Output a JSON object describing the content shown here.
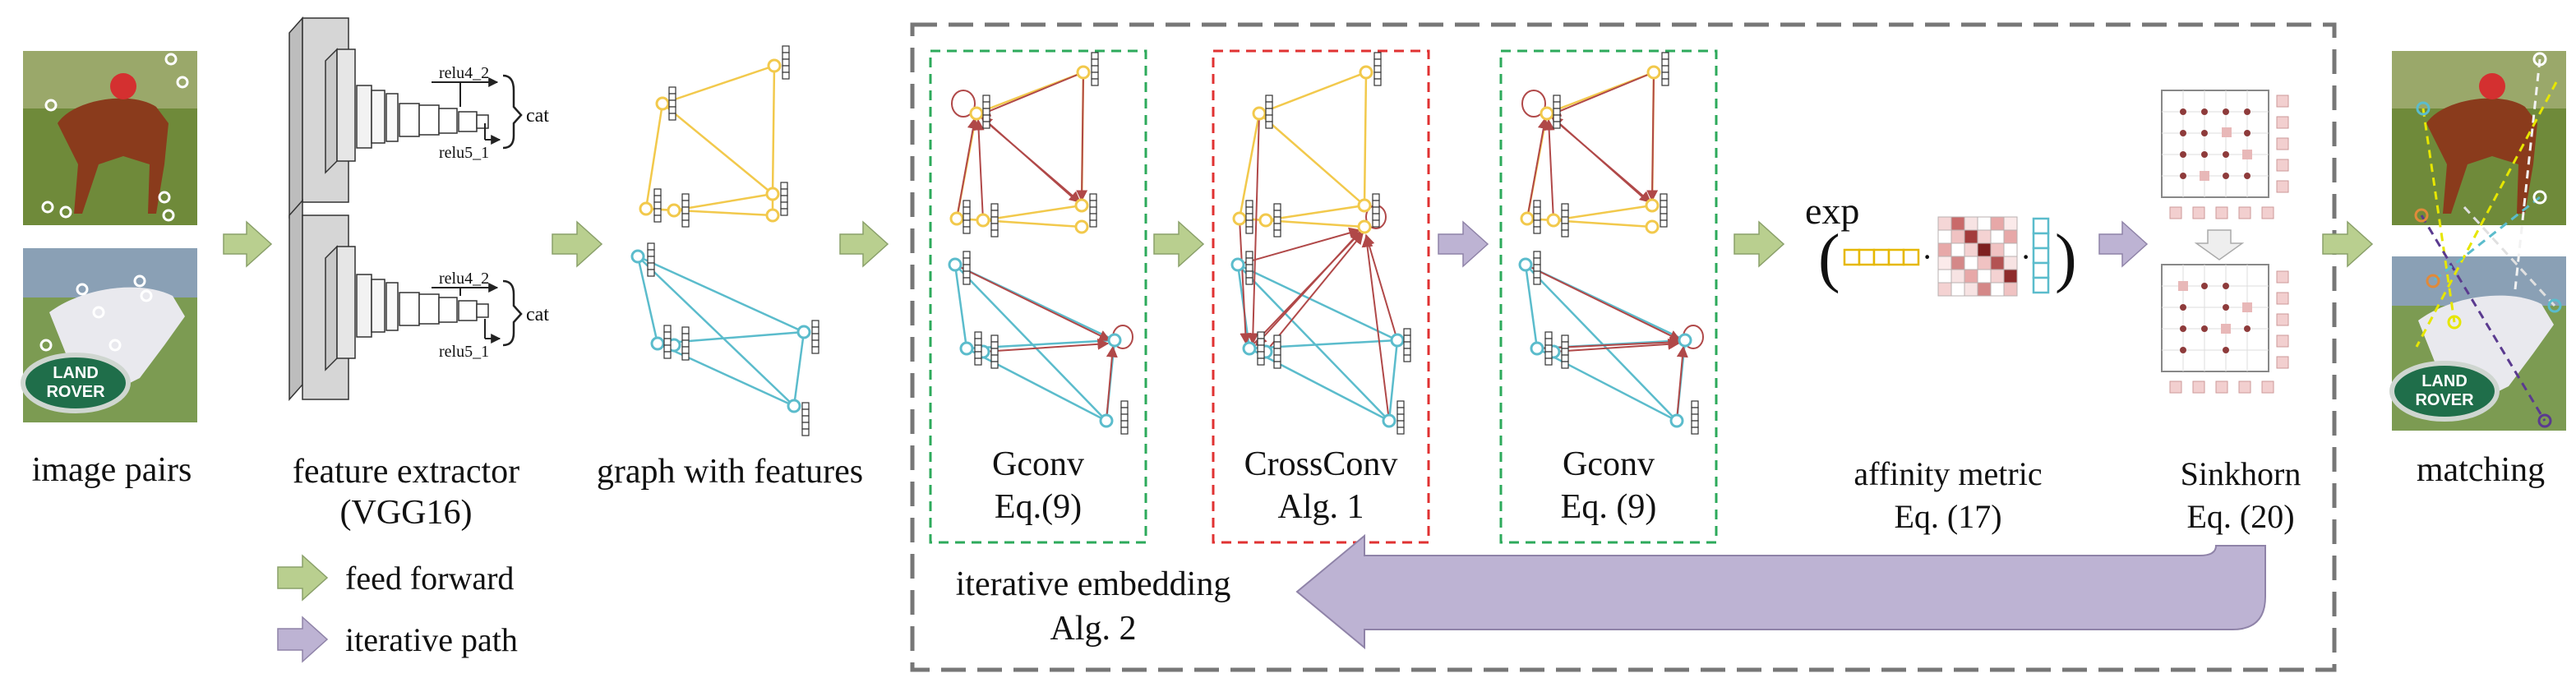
{
  "stages": {
    "image_pairs": "image pairs",
    "feature_extractor": "feature extractor",
    "feature_extractor_sub": "(VGG16)",
    "graph_with_features": "graph with features",
    "gconv1": "Gconv",
    "gconv1_eq": "Eq.(9)",
    "crossconv": "CrossConv",
    "crossconv_alg": "Alg. 1",
    "gconv2": "Gconv",
    "gconv2_eq": "Eq. (9)",
    "iterative_embedding": "iterative embedding",
    "iterative_embedding_alg": "Alg. 2",
    "affinity_metric": "affinity metric",
    "affinity_eq": "Eq. (17)",
    "sinkhorn": "Sinkhorn",
    "sinkhorn_eq": "Eq. (20)",
    "matching": "matching"
  },
  "vgg": {
    "relu4_2": "relu4_2",
    "relu5_1": "relu5_1",
    "cat": "cat"
  },
  "affinity": {
    "exp": "exp",
    "open_paren": "(",
    "close_paren": ")",
    "dot": "·"
  },
  "legend": {
    "feed_forward": "feed forward",
    "iterative_path": "iterative path"
  },
  "colors": {
    "feed_forward": "#b9cf8f",
    "iterative_path": "#bdb3d3",
    "graph_yellow": "#f2c94c",
    "graph_blue": "#5bbccc",
    "edge_red": "#b04848",
    "gconv_border": "#2daa5b",
    "crossconv_border": "#e03232",
    "outer_border": "#777777"
  }
}
